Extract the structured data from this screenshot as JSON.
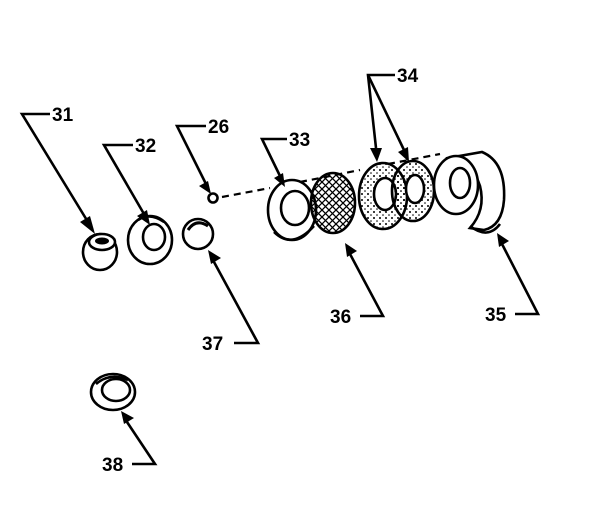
{
  "labels": {
    "p31": "31",
    "p32": "32",
    "p26": "26",
    "p33": "33",
    "p34": "34",
    "p36": "36",
    "p35": "35",
    "p37": "37",
    "p38": "38"
  }
}
